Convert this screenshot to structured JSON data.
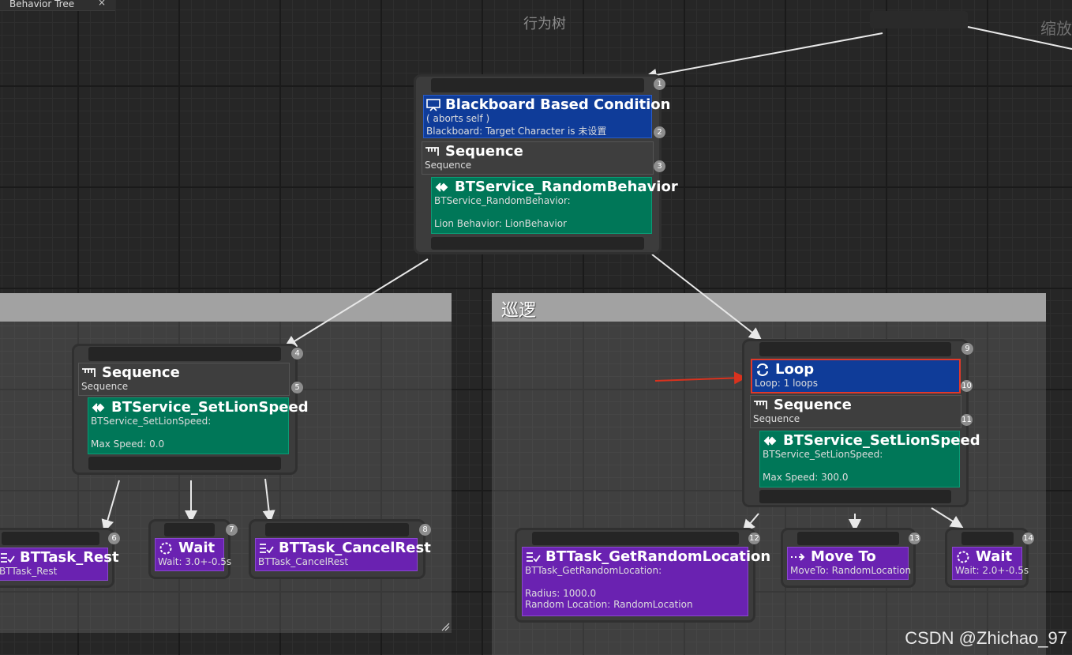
{
  "tab": {
    "label": "Behavior Tree",
    "close": "×"
  },
  "graph_title": "行为树",
  "zoom_label": "缩放",
  "comments": {
    "left": "",
    "right": "巡逻"
  },
  "nodes": {
    "root_blackboard": {
      "title": "Blackboard Based Condition",
      "line1": "( aborts self )",
      "line2": "Blackboard: Target Character is 未设置",
      "badge": "2",
      "top_badge": "1"
    },
    "root_sequence": {
      "title": "Sequence",
      "sub": "Sequence",
      "badge": "3"
    },
    "root_service": {
      "title": "BTService_RandomBehavior",
      "line1": "BTService_RandomBehavior:",
      "line2": "Lion Behavior: LionBehavior"
    },
    "left_sequence": {
      "title": "Sequence",
      "sub": "Sequence",
      "badge": "5",
      "top_badge": "4"
    },
    "left_service": {
      "title": "BTService_SetLionSpeed",
      "line1": "BTService_SetLionSpeed:",
      "line2": "Max Speed: 0.0"
    },
    "task_rest": {
      "title": "BTTask_Rest",
      "sub": "BTTask_Rest",
      "badge": "6"
    },
    "task_wait1": {
      "title": "Wait",
      "sub": "Wait: 3.0+-0.5s",
      "badge": "7"
    },
    "task_cancel": {
      "title": "BTTask_CancelRest",
      "sub": "BTTask_CancelRest",
      "badge": "8"
    },
    "loop": {
      "title": "Loop",
      "sub": "Loop: 1 loops",
      "badge": "10",
      "top_badge": "9"
    },
    "right_sequence": {
      "title": "Sequence",
      "sub": "Sequence",
      "badge": "11"
    },
    "right_service": {
      "title": "BTService_SetLionSpeed",
      "line1": "BTService_SetLionSpeed:",
      "line2": "Max Speed: 300.0"
    },
    "task_getloc": {
      "title": "BTTask_GetRandomLocation",
      "line1": "BTTask_GetRandomLocation:",
      "line2": "Radius: 1000.0",
      "line3": "Random Location: RandomLocation",
      "badge": "12"
    },
    "task_moveto": {
      "title": "Move To",
      "sub": "MoveTo: RandomLocation",
      "badge": "13"
    },
    "task_wait2": {
      "title": "Wait",
      "sub": "Wait: 2.0+-0.5s",
      "badge": "14"
    }
  },
  "watermark": "CSDN @Zhichao_97"
}
